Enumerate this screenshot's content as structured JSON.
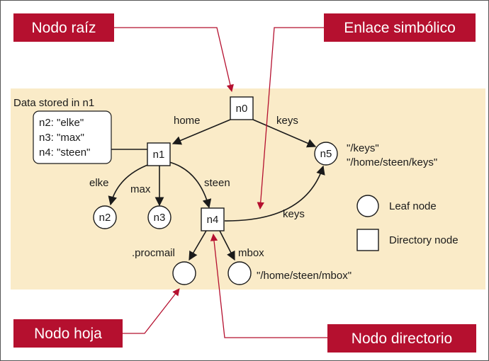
{
  "callouts": {
    "root": "Nodo raíz",
    "symlink": "Enlace simbólico",
    "leaf": "Nodo hoja",
    "directory": "Nodo directorio"
  },
  "stored_box": {
    "title": "Data stored in n1",
    "lines": [
      "n2: \"elke\"",
      "n3: \"max\"",
      "n4: \"steen\""
    ]
  },
  "nodes": {
    "n0": "n0",
    "n1": "n1",
    "n2": "n2",
    "n3": "n3",
    "n4": "n4",
    "n5": "n5"
  },
  "edges": {
    "home": "home",
    "keys_top": "keys",
    "elke": "elke",
    "max": "max",
    "steen": "steen",
    "keys_bottom": "keys",
    "procmail": ".procmail",
    "mbox": "mbox"
  },
  "annotations": {
    "n5_line1": "\"/keys\"",
    "n5_line2": "\"/home/steen/keys\"",
    "mbox_path": "\"/home/steen/mbox\""
  },
  "legend": {
    "leaf": "Leaf node",
    "directory": "Directory node"
  },
  "colors": {
    "panel": "#faebc8",
    "callout": "#b5102f",
    "line": "#1a1a1a"
  }
}
